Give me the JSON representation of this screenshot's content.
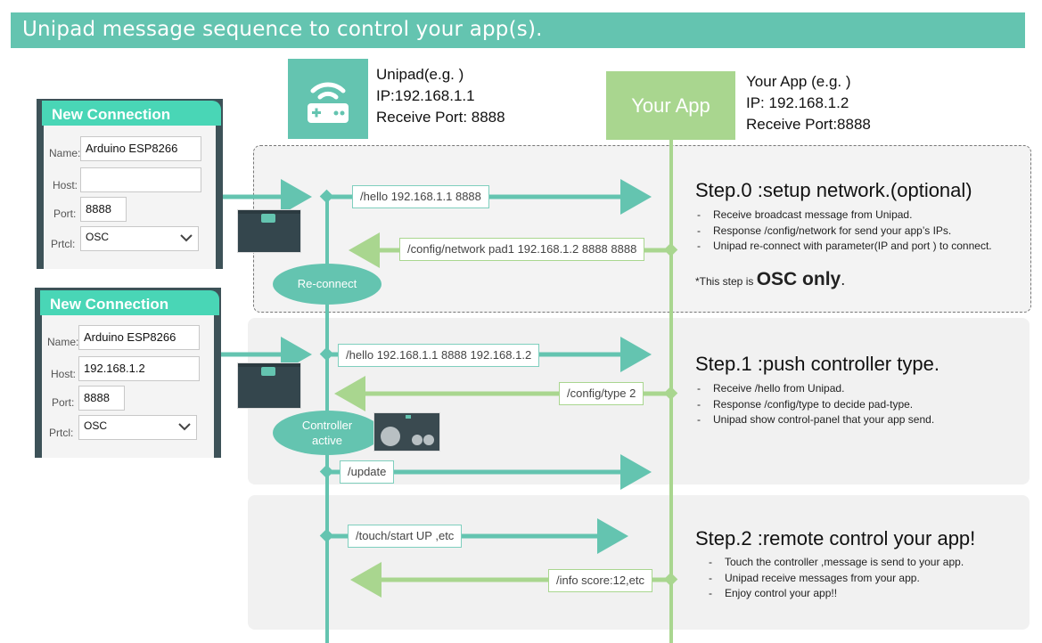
{
  "title": "Unipad message sequence to control your app(s).",
  "unipad": {
    "label": "Unipad(e.g. )",
    "ip": "IP:192.168.1.1",
    "port": "Receive Port: 8888",
    "icon": "router-gamepad-icon"
  },
  "app": {
    "box_label": "Your App",
    "label": "Your App (e.g. )",
    "ip": "IP: 192.168.1.2",
    "port": "Receive Port:8888"
  },
  "cards": [
    {
      "header": "New Connection",
      "name_label": "Name:",
      "name_value": "Arduino ESP8266",
      "host_label": "Host:",
      "host_value": "",
      "port_label": "Port:",
      "port_value": "8888",
      "prtcl_label": "Prtcl:",
      "prtcl_value": "OSC"
    },
    {
      "header": "New Connection",
      "name_label": "Name:",
      "name_value": "Arduino ESP8266",
      "host_label": "Host:",
      "host_value": "192.168.1.2",
      "port_label": "Port:",
      "port_value": "8888",
      "prtcl_label": "Prtcl:",
      "prtcl_value": "OSC"
    }
  ],
  "steps": [
    {
      "title": "Step.0 :setup network.(optional)",
      "bullets": [
        "Receive broadcast message from Unipad.",
        "Response /config/network for send your app’s IPs.",
        "Unipad re-connect with parameter(IP and port ) to connect."
      ],
      "note_prefix": "*This step is ",
      "note_bold": "OSC only",
      "note_suffix": ".",
      "messages": [
        "/hello 192.168.1.1 8888",
        "/config/network pad1 192.168.1.2 8888 8888"
      ],
      "state": "Re-connect"
    },
    {
      "title": "Step.1 :push controller type.",
      "bullets": [
        "Receive /hello from Unipad.",
        "Response /config/type to decide pad-type.",
        "Unipad show control-panel that your app send."
      ],
      "messages": [
        "/hello 192.168.1.1 8888  192.168.1.2",
        "/config/type 2",
        "/update"
      ],
      "state_line1": "Controller",
      "state_line2": "active"
    },
    {
      "title": "Step.2 :remote control your app!",
      "bullets": [
        "Touch the controller ,message is send to your app.",
        "Unipad receive messages from your app.",
        "Enjoy control your app!!"
      ],
      "messages": [
        "/touch/start UP ,etc",
        "/info score:12,etc"
      ]
    }
  ],
  "colors": {
    "teal": "#64c4b0",
    "green": "#a9d68f",
    "card_header": "#49d6b6"
  }
}
